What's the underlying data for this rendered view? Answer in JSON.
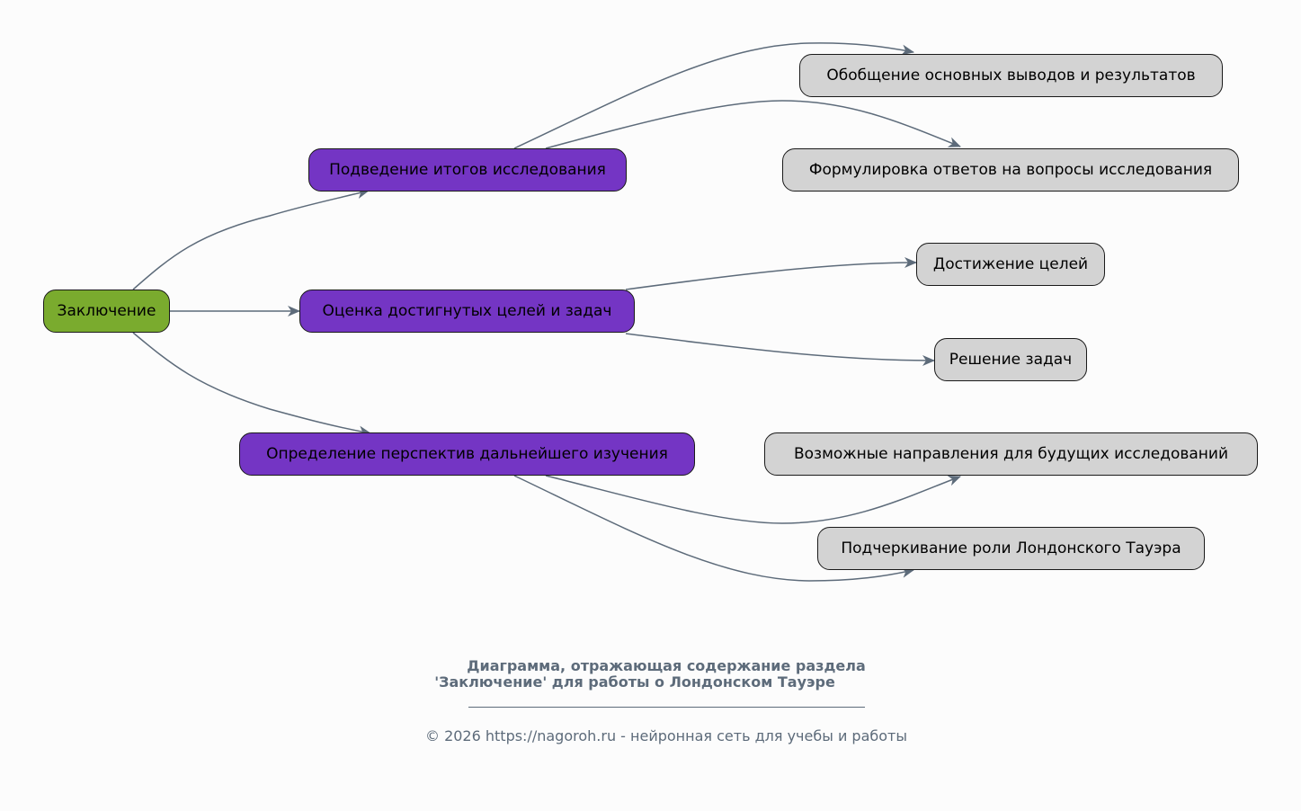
{
  "diagram": {
    "root": {
      "label": "Заключение",
      "color": "#7aab2e"
    },
    "branches": [
      {
        "label": "Подведение итогов исследования",
        "color": "#7435c4",
        "children": [
          "Обобщение основных выводов и результатов",
          "Формулировка ответов на вопросы исследования"
        ]
      },
      {
        "label": "Оценка достигнутых целей и задач",
        "color": "#7435c4",
        "children": [
          "Достижение целей",
          "Решение задач"
        ]
      },
      {
        "label": "Определение перспектив дальнейшего изучения",
        "color": "#7435c4",
        "children": [
          "Возможные направления для будущих исследований",
          "Подчеркивание роли Лондонского Тауэра"
        ]
      }
    ],
    "leaf_color": "#d3d3d3",
    "edge_color": "#5d6b7a"
  },
  "caption": {
    "title_line1": "Диаграмма, отражающая содержание раздела",
    "title_line2": "'Заключение' для работы о Лондонском Тауэре",
    "footer": "© 2026 https://nagoroh.ru - нейронная сеть для учебы и работы"
  }
}
